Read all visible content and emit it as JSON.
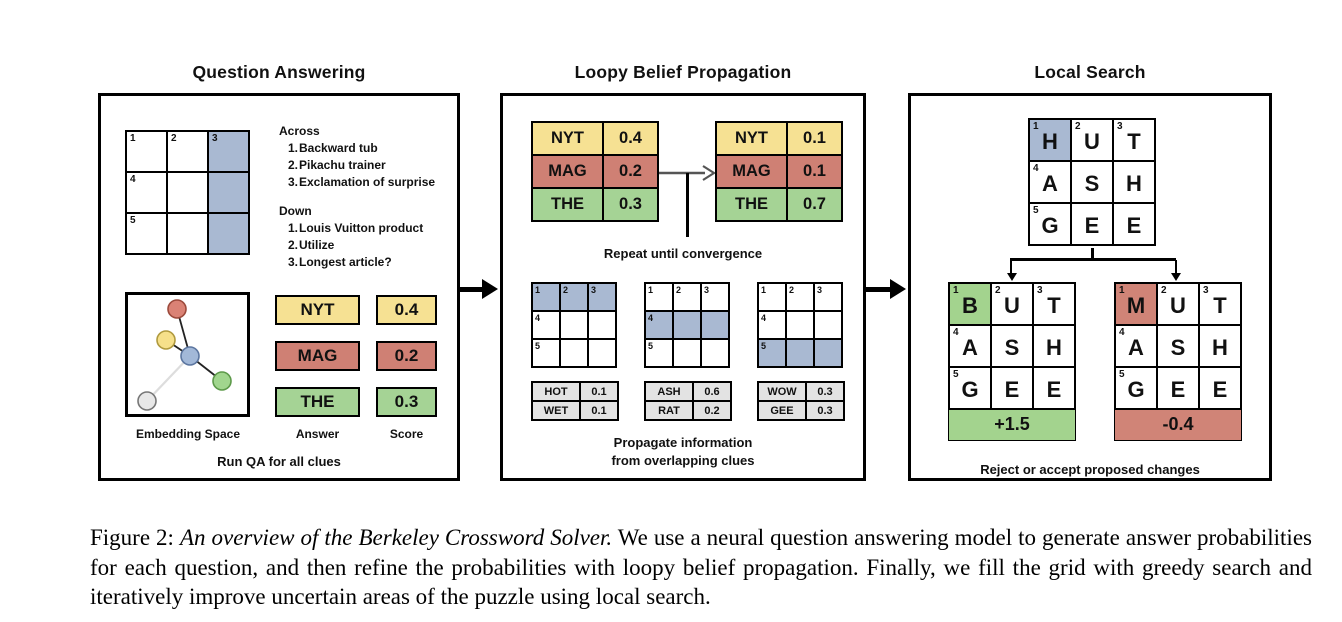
{
  "colors": {
    "highlight_blue": "#a9b9d2",
    "yellow": "#f6e193",
    "red": "#cf8074",
    "green": "#a5d395",
    "table_gray": "#e3e3e3"
  },
  "qa_panel": {
    "title": "Question Answering",
    "grid": {
      "cells": [
        {
          "n": "1"
        },
        {
          "n": "2"
        },
        {
          "n": "3"
        },
        {
          "n": "4"
        },
        {},
        {},
        {
          "n": "5"
        },
        {},
        {}
      ]
    },
    "clues": {
      "across_label": "Across",
      "across": [
        {
          "num": "1.",
          "text": "Backward tub"
        },
        {
          "num": "2.",
          "text": "Pikachu trainer"
        },
        {
          "num": "3.",
          "text": "Exclamation of surprise"
        }
      ],
      "down_label": "Down",
      "down": [
        {
          "num": "1.",
          "text": "Louis Vuitton product"
        },
        {
          "num": "2.",
          "text": "Utilize"
        },
        {
          "num": "3.",
          "text": "Longest article?"
        }
      ]
    },
    "embedding": {
      "label": "Embedding Space",
      "nodes": [
        {
          "name": "red-node",
          "fill": "#da8275",
          "stroke": "#9c4a3c"
        },
        {
          "name": "yellow-node",
          "fill": "#f6e08a",
          "stroke": "#b09a3e"
        },
        {
          "name": "blue-node",
          "fill": "#a2b8d8",
          "stroke": "#5c76a0"
        },
        {
          "name": "green-node",
          "fill": "#a1d68e",
          "stroke": "#5d9a4a"
        },
        {
          "name": "gray-node",
          "fill": "#e8e8e8",
          "stroke": "#777777"
        }
      ]
    },
    "answers": [
      {
        "answer": "NYT",
        "score": "0.4"
      },
      {
        "answer": "MAG",
        "score": "0.2"
      },
      {
        "answer": "THE",
        "score": "0.3"
      }
    ],
    "answer_col_label": "Answer",
    "score_col_label": "Score",
    "footer": "Run QA for all clues"
  },
  "bp_panel": {
    "title": "Loopy Belief Propagation",
    "before": [
      {
        "label": "NYT",
        "value": "0.4"
      },
      {
        "label": "MAG",
        "value": "0.2"
      },
      {
        "label": "THE",
        "value": "0.3"
      }
    ],
    "after": [
      {
        "label": "NYT",
        "value": "0.1"
      },
      {
        "label": "MAG",
        "value": "0.1"
      },
      {
        "label": "THE",
        "value": "0.7"
      }
    ],
    "repeat_label": "Repeat until convergence",
    "grids": [
      {
        "cells": [
          {
            "n": "1"
          },
          {
            "n": "2"
          },
          {
            "n": "3"
          },
          {
            "n": "4"
          },
          {},
          {},
          {
            "n": "5"
          },
          {},
          {}
        ],
        "highlight_row": 0
      },
      {
        "cells": [
          {
            "n": "1"
          },
          {
            "n": "2"
          },
          {
            "n": "3"
          },
          {
            "n": "4"
          },
          {},
          {},
          {
            "n": "5"
          },
          {},
          {}
        ],
        "highlight_row": 1
      },
      {
        "cells": [
          {
            "n": "1"
          },
          {
            "n": "2"
          },
          {
            "n": "3"
          },
          {
            "n": "4"
          },
          {},
          {},
          {
            "n": "5"
          },
          {},
          {}
        ],
        "highlight_row": 2
      }
    ],
    "tables": [
      {
        "rows": [
          {
            "label": "HOT",
            "value": "0.1"
          },
          {
            "label": "WET",
            "value": "0.1"
          }
        ]
      },
      {
        "rows": [
          {
            "label": "ASH",
            "value": "0.6"
          },
          {
            "label": "RAT",
            "value": "0.2"
          }
        ]
      },
      {
        "rows": [
          {
            "label": "WOW",
            "value": "0.3"
          },
          {
            "label": "GEE",
            "value": "0.3"
          }
        ]
      }
    ],
    "footer_line1": "Propagate information",
    "footer_line2": "from overlapping clues"
  },
  "ls_panel": {
    "title": "Local Search",
    "top_grid": {
      "cells": [
        {
          "n": "1",
          "ch": "H"
        },
        {
          "n": "2",
          "ch": "U"
        },
        {
          "n": "3",
          "ch": "T"
        },
        {
          "n": "4",
          "ch": "A"
        },
        {
          "ch": "S"
        },
        {
          "ch": "H"
        },
        {
          "n": "5",
          "ch": "G"
        },
        {
          "ch": "E"
        },
        {
          "ch": "E"
        }
      ]
    },
    "candidates": [
      {
        "cells": [
          {
            "n": "1",
            "ch": "B"
          },
          {
            "n": "2",
            "ch": "U"
          },
          {
            "n": "3",
            "ch": "T"
          },
          {
            "n": "4",
            "ch": "A"
          },
          {
            "ch": "S"
          },
          {
            "ch": "H"
          },
          {
            "n": "5",
            "ch": "G"
          },
          {
            "ch": "E"
          },
          {
            "ch": "E"
          }
        ],
        "score": "+1.5"
      },
      {
        "cells": [
          {
            "n": "1",
            "ch": "M"
          },
          {
            "n": "2",
            "ch": "U"
          },
          {
            "n": "3",
            "ch": "T"
          },
          {
            "n": "4",
            "ch": "A"
          },
          {
            "ch": "S"
          },
          {
            "ch": "H"
          },
          {
            "n": "5",
            "ch": "G"
          },
          {
            "ch": "E"
          },
          {
            "ch": "E"
          }
        ],
        "score": "-0.4"
      }
    ],
    "footer": "Reject or accept proposed changes"
  },
  "caption": {
    "prefix": "Figure 2: ",
    "italic": "An overview of the Berkeley Crossword Solver.",
    "rest": "  We use a neural question answering model to generate answer probabilities for each question, and then refine the probabilities with loopy belief propagation. Finally, we fill the grid with greedy search and iteratively improve uncertain areas of the puzzle using local search."
  }
}
